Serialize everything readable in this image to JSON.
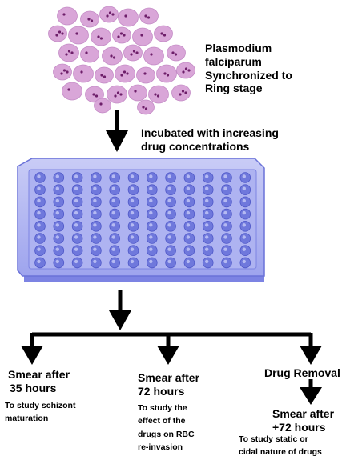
{
  "labels": {
    "parasite": [
      "Plasmodium",
      "falciparum",
      "Synchronized to",
      "Ring stage"
    ],
    "incubation": [
      "Incubated with increasing",
      "drug concentrations"
    ],
    "branch1_title": [
      "Smear after",
      "35 hours"
    ],
    "branch1_desc": [
      "To study schizont",
      "maturation"
    ],
    "branch2_title": [
      "Smear after",
      "72 hours"
    ],
    "branch2_desc": [
      "To study the",
      "effect of the",
      "drugs on RBC",
      "re-invasion"
    ],
    "branch3_title": "Drug Removal",
    "branch3_sub": [
      "Smear after",
      "+72 hours"
    ],
    "branch3_desc": [
      "To study static or",
      "cidal nature of drugs"
    ]
  },
  "colors": {
    "cell": "#d9a6d8",
    "cell_edge": "#c48bc6",
    "parasite_dot": "#6e1f6a",
    "plate_frame": "#8a90e6",
    "plate_fill": "#b8bdf3",
    "well": "#6f78dc",
    "arrow": "#000000"
  }
}
